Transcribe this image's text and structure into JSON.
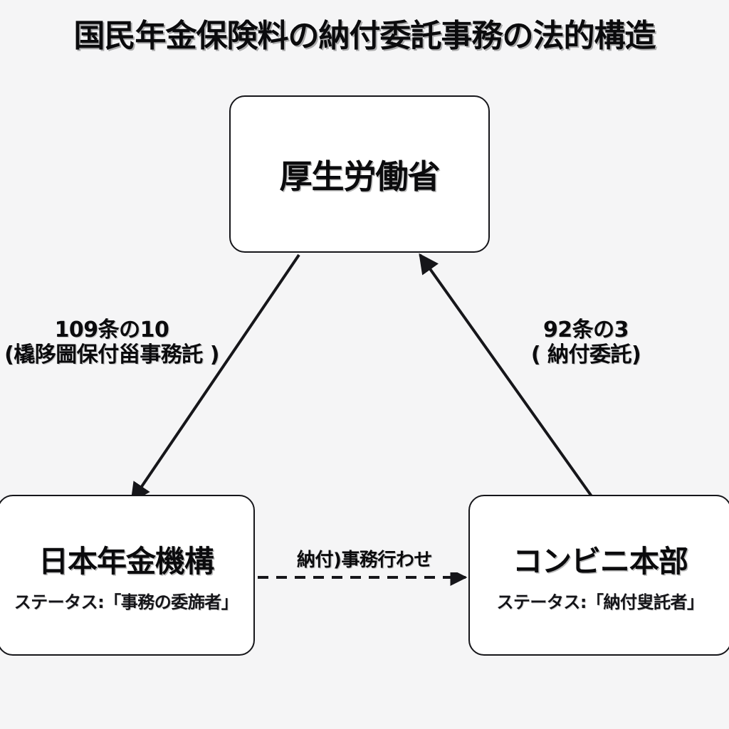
{
  "page": {
    "title": "国民年金保険料の納付委託事務の法的構造",
    "background_color": "#f5f5f6",
    "node_fill": "#ffffff",
    "stroke_color": "#16161a"
  },
  "nodes": [
    {
      "id": "ministry",
      "title": "厚生労働省",
      "status": ""
    },
    {
      "id": "jpservice",
      "title": "日本年金機構",
      "status": "ステータス:「事務の委旆者」"
    },
    {
      "id": "convenience",
      "title": "コンビニ本部",
      "status": "ステータス:「納付叟託者」"
    }
  ],
  "edges": [
    {
      "id": "ministry-to-jpservice",
      "line1": "109条の10",
      "line2": "(橇陊圌保付甾事務託 )",
      "style": "solid",
      "direction": "ministry-to-jpservice"
    },
    {
      "id": "convenience-to-ministry",
      "line1": "92条の3",
      "line2": "( 納付委託)",
      "style": "solid",
      "direction": "convenience-to-ministry"
    },
    {
      "id": "jpservice-to-convenience",
      "line1": "納付)事務行わせ",
      "line2": "",
      "style": "dashed",
      "direction": "jpservice-to-convenience"
    }
  ]
}
